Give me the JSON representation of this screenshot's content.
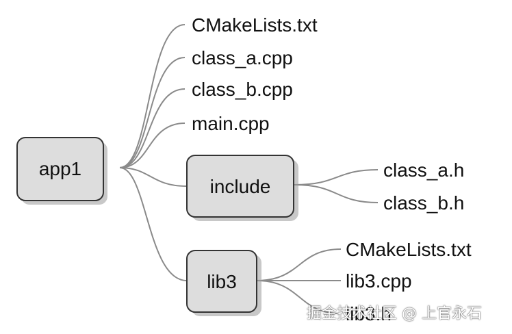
{
  "mindmap": {
    "root": "app1",
    "files": [
      "CMakeLists.txt",
      "class_a.cpp",
      "class_b.cpp",
      "main.cpp"
    ],
    "include": {
      "label": "include",
      "children": [
        "class_a.h",
        "class_b.h"
      ]
    },
    "lib3": {
      "label": "lib3",
      "children": [
        "CMakeLists.txt",
        "lib3.cpp",
        "lib3.h"
      ]
    }
  },
  "watermark": "掘金技术社区 @ 上官永石"
}
